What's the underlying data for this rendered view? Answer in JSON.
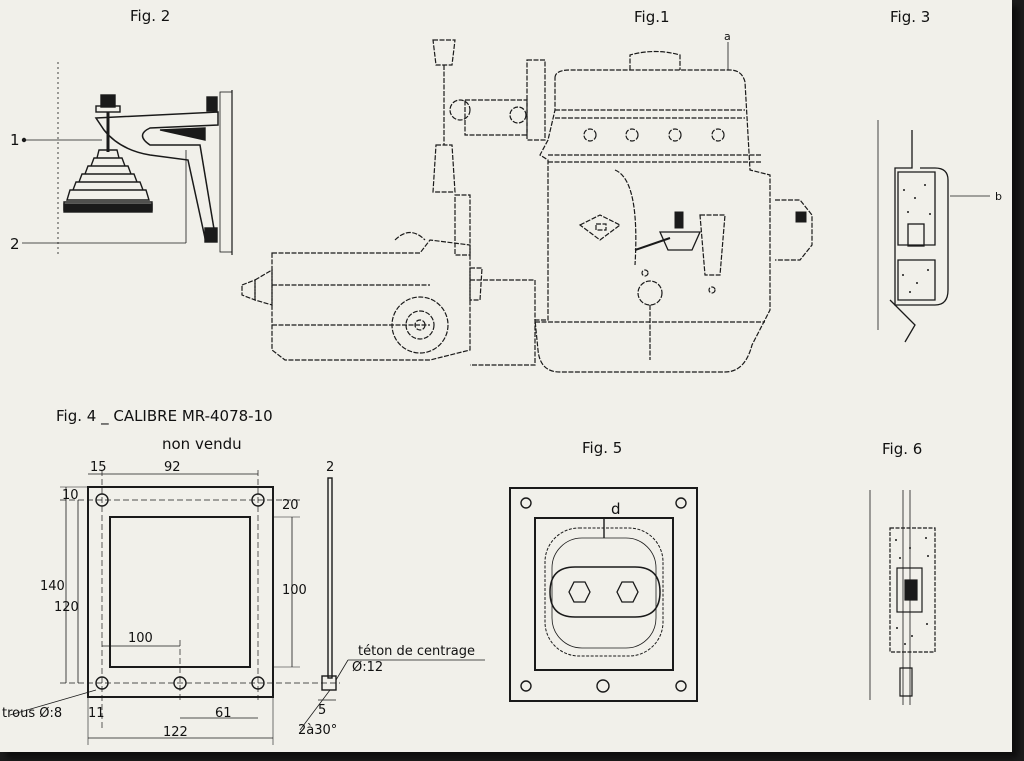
{
  "figures": {
    "fig1": {
      "title": "Fig.1",
      "callout_a": "a"
    },
    "fig2": {
      "title": "Fig. 2",
      "callout_1": "1",
      "callout_2": "2"
    },
    "fig3": {
      "title": "Fig. 3",
      "callout_b": "b"
    },
    "fig4": {
      "title": "Fig. 4 _ CALIBRE MR-4078-10",
      "subtitle": "non vendu",
      "dims": {
        "d15": "15",
        "d92": "92",
        "d2": "2",
        "d10": "10",
        "d20": "20",
        "d140": "140",
        "d120": "120",
        "d100_right": "100",
        "d100_inner": "100",
        "d11": "11",
        "d61": "61",
        "d122": "122",
        "d5": "5"
      },
      "holes_label": "trous Ø:8",
      "centering_label": "téton de centrage",
      "centering_dia": "Ø:12",
      "angle_label": "2à30°"
    },
    "fig5": {
      "title": "Fig. 5",
      "callout_d": "d"
    },
    "fig6": {
      "title": "Fig. 6"
    }
  },
  "colors": {
    "paper": "#f1f0ea",
    "ink": "#1a1a1a",
    "frame": "#1c1c1c"
  }
}
